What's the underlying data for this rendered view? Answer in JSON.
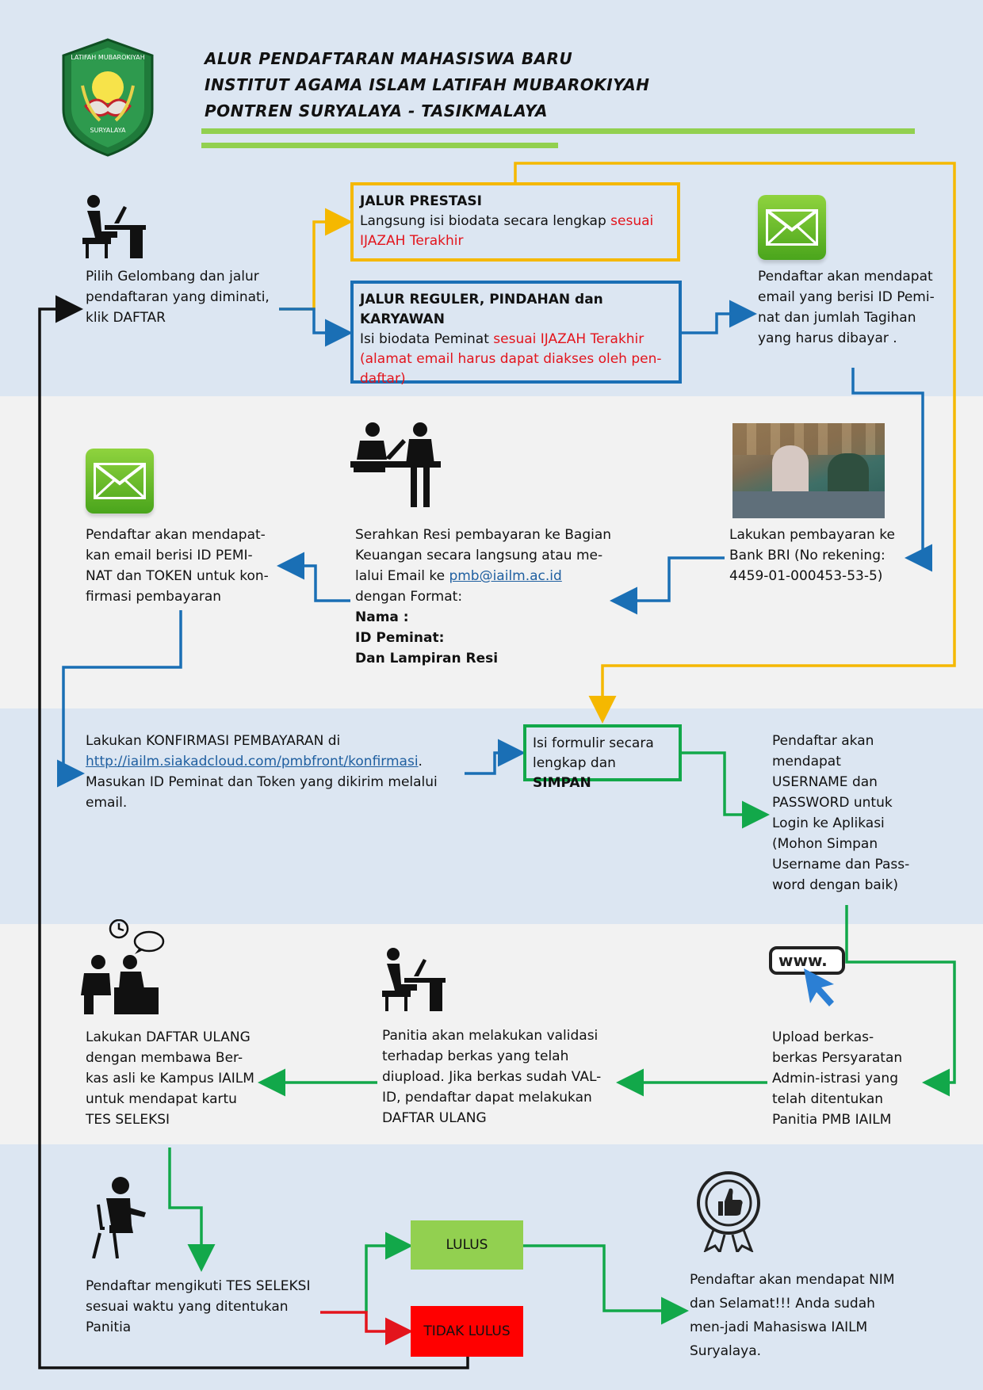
{
  "header": {
    "title_line1": "ALUR PENDAFTARAN MAHASISWA BARU",
    "title_line2": "INSTITUT AGAMA ISLAM LATIFAH MUBAROKIYAH",
    "title_line3": "PONTREN SURYALAYA - TASIKMALAYA",
    "logo_text_top": "LATIFAH MUBAROKIYAH",
    "logo_text_bottom": "SURYALAYA"
  },
  "colors": {
    "yellow": "#f5b800",
    "blue": "#1a6fb5",
    "green": "#12a84a",
    "red": "#e3141c",
    "black": "#111111",
    "green_bar": "#92d050",
    "lulus_fill": "#92d050",
    "tidak_lulus_fill": "#ff0000"
  },
  "steps": {
    "pilih": "Pilih Gelombang dan jalur pendaftaran yang diminati, klik DAFTAR",
    "prestasi_title": "JALUR PRESTASI",
    "prestasi_text": "Langsung isi biodata secara lengkap ",
    "prestasi_red": "sesuai IJAZAH Terakhir",
    "reguler_title": "JALUR REGULER, PINDAHAN dan KARYAWAN",
    "reguler_text": "Isi biodata Peminat ",
    "reguler_red": "sesuai IJAZAH Terakhir (alamat email harus dapat diakses oleh pen-daftar)",
    "email1": "Pendaftar akan mendapat email yang berisi ID Pemi-nat dan jumlah Tagihan yang harus dibayar .",
    "bank": "Lakukan pembayaran ke Bank BRI (No rekening: 4459-01-000453-53-5)",
    "resi_a": "Serahkan Resi pembayaran ke Bagian Keuangan secara langsung atau me-lalui Email ke ",
    "resi_email": "pmb@iailm.ac.id",
    "resi_b": "dengan Format:",
    "resi_nama": "Nama :",
    "resi_id": "ID Peminat:",
    "resi_lampiran": "Dan Lampiran Resi",
    "email2": "Pendaftar akan mendapat-kan email berisi ID PEMI-NAT dan TOKEN untuk kon-firmasi pembayaran",
    "konfirmasi_a": "Lakukan KONFIRMASI PEMBAYARAN di",
    "konfirmasi_link": "http://iailm.siakadcloud.com/pmbfront/konfirmasi",
    "konfirmasi_dot": ".",
    "konfirmasi_b": "Masukan ID Peminat dan Token yang dikirim melalui email.",
    "formulir_a": "Isi formulir secara lengkap dan ",
    "formulir_b": "SIMPAN",
    "username": "Pendaftar akan mendapat USERNAME dan PASSWORD untuk Login ke Aplikasi (Mohon Simpan Username dan Pass-word dengan baik)",
    "upload": "Upload berkas-berkas Persyaratan Admin-istrasi yang telah ditentukan Panitia PMB IAILM",
    "validasi": "Panitia akan melakukan validasi terhadap berkas yang telah diupload. Jika berkas sudah VAL-ID, pendaftar dapat melakukan DAFTAR ULANG",
    "daftar_ulang": "Lakukan DAFTAR ULANG dengan membawa Ber-kas asli ke Kampus IAILM untuk mendapat kartu TES SELEKSI",
    "tes": "Pendaftar mengikuti TES SELEKSI sesuai waktu yang ditentukan Panitia",
    "lulus": "LULUS",
    "tidak_lulus": "TIDAK LULUS",
    "nim": "Pendaftar akan mendapat NIM dan Selamat!!! Anda sudah men-jadi Mahasiswa IAILM Suryalaya.",
    "www": "www."
  }
}
